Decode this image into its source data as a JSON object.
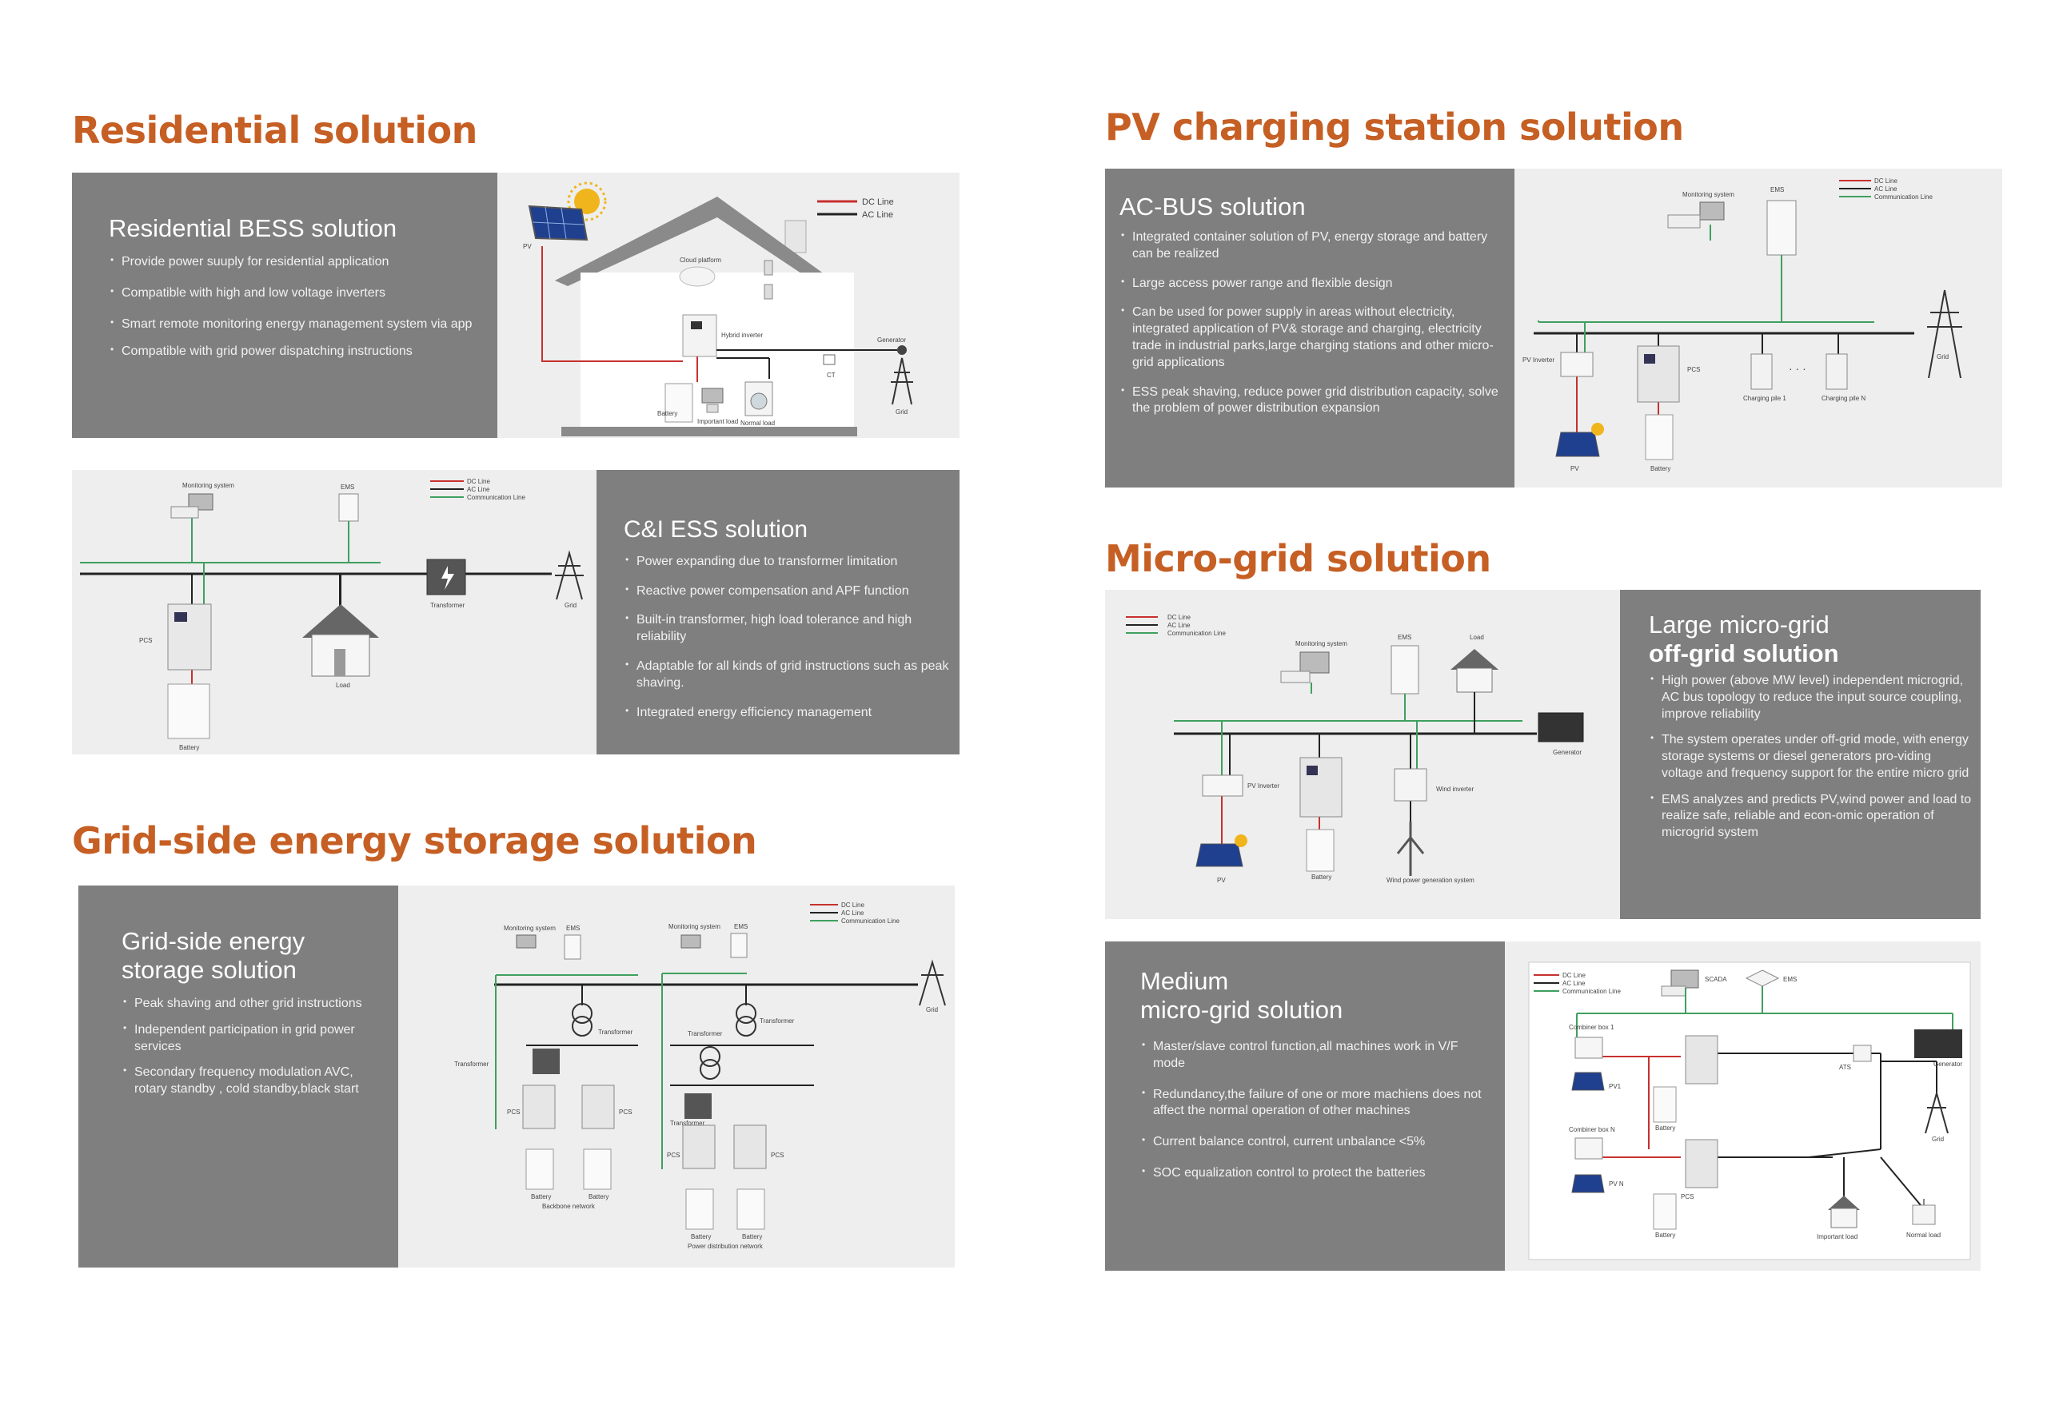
{
  "colors": {
    "accent": "#c65f24",
    "panel": "#7f7f7f",
    "diagram_bg": "#eeeeee",
    "dc_line": "#c83030",
    "ac_line": "#222222",
    "comm_line": "#3fa060"
  },
  "residential": {
    "section_title": "Residential solution",
    "bess": {
      "title": "Residential BESS solution",
      "bullets": [
        "Provide power suuply for residential application",
        "Compatible with high and low voltage inverters",
        "Smart remote monitoring energy management system via app",
        "Compatible with grid power dispatching instructions"
      ],
      "legend": {
        "dc": "DC Line",
        "ac": "AC Line"
      },
      "labels": {
        "pv": "PV",
        "cloud": "Cloud platform",
        "inverter": "Hybrid inverter",
        "generator": "Generator",
        "ct": "CT",
        "battery": "Battery",
        "important": "Important load",
        "normal": "Normal load",
        "grid": "Grid"
      }
    },
    "ci": {
      "title": "C&I ESS solution",
      "bullets": [
        "Power expanding due to transformer limitation",
        "Reactive power compensation and APF function",
        "Built-in transformer, high load tolerance and high reliability",
        "Adaptable for all kinds of grid instructions such as peak shaving.",
        "Integrated energy efficiency management"
      ],
      "legend": {
        "dc": "DC Line",
        "ac": "AC Line",
        "comm": "Communication Line"
      },
      "labels": {
        "monitoring": "Monitoring system",
        "ems": "EMS",
        "transformer": "Transformer",
        "grid": "Grid",
        "pcs": "PCS",
        "load": "Load",
        "battery": "Battery"
      }
    }
  },
  "grid_side": {
    "section_title": "Grid-side energy storage solution",
    "title": "Grid-side energy storage solution",
    "bullets": [
      "Peak shaving and other grid instructions",
      "Independent participation in grid power services",
      "Secondary frequency modulation AVC, rotary standby , cold standby,black start"
    ],
    "legend": {
      "dc": "DC Line",
      "ac": "AC Line",
      "comm": "Communication Line"
    },
    "labels": {
      "monitoring": "Monitoring system",
      "ems": "EMS",
      "transformer": "Transformer",
      "grid": "Grid",
      "pcs": "PCS",
      "battery": "Battery",
      "backbone": "Backbone network",
      "distribution": "Power distribution network"
    }
  },
  "pv_charging": {
    "section_title": "PV charging station solution",
    "title": "AC-BUS solution",
    "bullets": [
      "Integrated container solution of PV, energy storage and battery can be realized",
      "Large access power range and flexible design",
      "Can be used for power supply in areas without electricity, integrated application of PV& storage and charging, electricity trade in industrial parks,large charging stations and other micro-grid applications",
      "ESS peak shaving, reduce power grid distribution capacity, solve the problem of power distribution expansion"
    ],
    "legend": {
      "dc": "DC Line",
      "ac": "AC Line",
      "comm": "Communication Line"
    },
    "labels": {
      "monitoring": "Monitoring system",
      "ems": "EMS",
      "pv_inverter": "PV Inverter",
      "pcs": "PCS",
      "pile1": "Charging pile 1",
      "pileN": "Charging pile N",
      "grid": "Grid",
      "pv": "PV",
      "battery": "Battery"
    }
  },
  "microgrid": {
    "section_title": "Micro-grid solution",
    "large": {
      "title_line1": "Large micro-grid",
      "title_line2": "off-grid solution",
      "bullets": [
        "High power (above MW level) independent microgrid, AC bus topology to reduce the input source coupling, improve reliability",
        "The system operates under off-grid mode, with energy storage systems or diesel generators pro-viding voltage and frequency support for the entire micro grid",
        "EMS analyzes and predicts PV,wind power and load to realize safe, reliable and econ-omic operation of microgrid system"
      ],
      "legend": {
        "dc": "DC Line",
        "ac": "AC Line",
        "comm": "Communication Line"
      },
      "labels": {
        "monitoring": "Monitoring system",
        "ems": "EMS",
        "load": "Load",
        "generator": "Generator",
        "pv_inverter": "PV Inverter",
        "wind_inverter": "Wind inverter",
        "pv": "PV",
        "battery": "Battery",
        "wind": "Wind power generation system"
      }
    },
    "medium": {
      "title_line1": "Medium",
      "title_line2": "micro-grid solution",
      "bullets": [
        "Master/slave control function,all machines work in V/F mode",
        "Redundancy,the failure of one or more machiens does not affect the normal operation of other machines",
        "Current balance control, current unbalance <5%",
        "SOC equalization control to protect the batteries"
      ],
      "legend": {
        "dc": "DC Line",
        "ac": "AC Line",
        "comm": "Communication Line"
      },
      "labels": {
        "scada": "SCADA",
        "ems": "EMS",
        "combiner1": "Combiner box 1",
        "combinerN": "Combiner box N",
        "pv1": "PV1",
        "pvN": "PV N",
        "battery": "Battery",
        "pcs": "PCS",
        "ats": "ATS",
        "generator": "Generator",
        "grid": "Grid",
        "important": "Important load",
        "normal": "Normal load"
      }
    }
  }
}
